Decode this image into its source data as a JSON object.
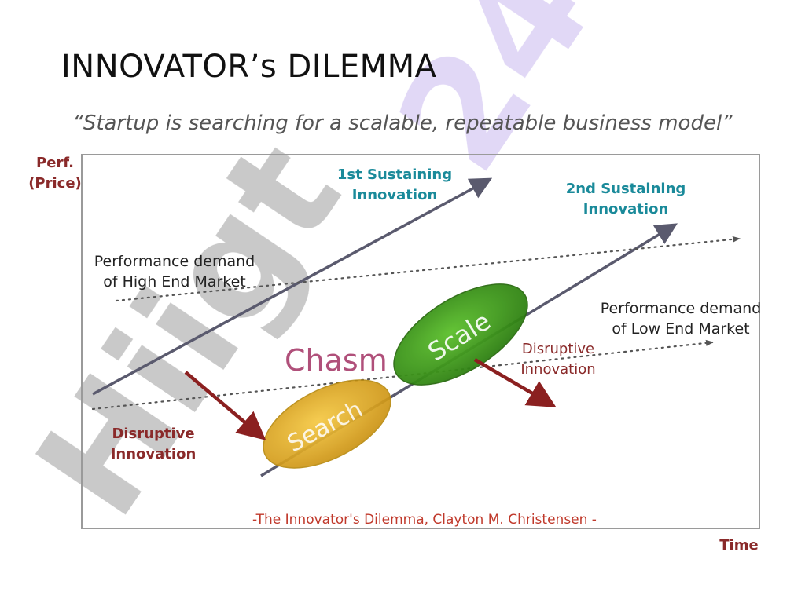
{
  "title": "INNOVATOR’s DILEMMA",
  "subtitle": "“Startup is searching for a scalable, repeatable business model”",
  "axes": {
    "y_label_line1": "Perf.",
    "y_label_line2": "(Price)",
    "x_label": "Time"
  },
  "labels": {
    "sustaining_1_line1": "1st Sustaining",
    "sustaining_1_line2": "Innovation",
    "sustaining_2_line1": "2nd Sustaining",
    "sustaining_2_line2": "Innovation",
    "high_end_line1": "Performance demand",
    "high_end_line2": "of High End Market",
    "low_end_line1": "Performance demand",
    "low_end_line2": "of Low End Market",
    "disruptive_left_line1": "Disruptive",
    "disruptive_left_line2": "Innovation",
    "disruptive_right_line1": "Disruptive",
    "disruptive_right_line2": "Innovation",
    "chasm": "Chasm",
    "search": "Search",
    "scale": "Scale"
  },
  "watermark": "Hiigt 24",
  "citation": "-The Innovator's Dilemma, Clayton M. Christensen -",
  "colors": {
    "sustaining_text": "#1a8a9a",
    "disruptive_text": "#8a2a2a",
    "arrow_gray": "#5a5a6e",
    "disruptive_arrow": "#8b2020",
    "search_ellipse": "#e0a820",
    "scale_ellipse": "#3a9a1a",
    "chasm_text": "#b0507a",
    "watermark_gray": "#b8b8b8",
    "watermark_purple": "#d8ccf4",
    "citation": "#c0392b"
  }
}
